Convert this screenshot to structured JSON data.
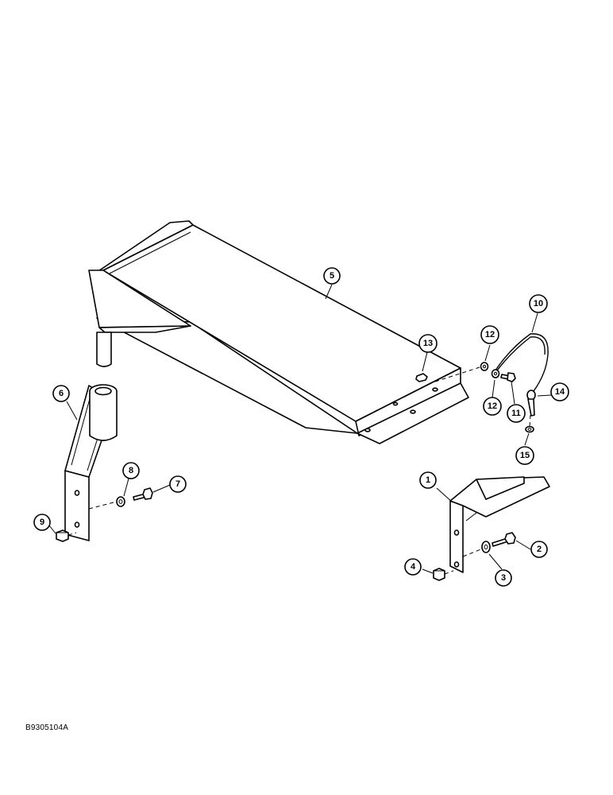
{
  "drawing_code": "B9305104A",
  "callouts": [
    "1",
    "2",
    "3",
    "4",
    "5",
    "6",
    "7",
    "8",
    "9",
    "10",
    "11",
    "12",
    "12",
    "13",
    "14",
    "15"
  ],
  "colors": {
    "ink": "#000000",
    "paper": "#ffffff"
  }
}
